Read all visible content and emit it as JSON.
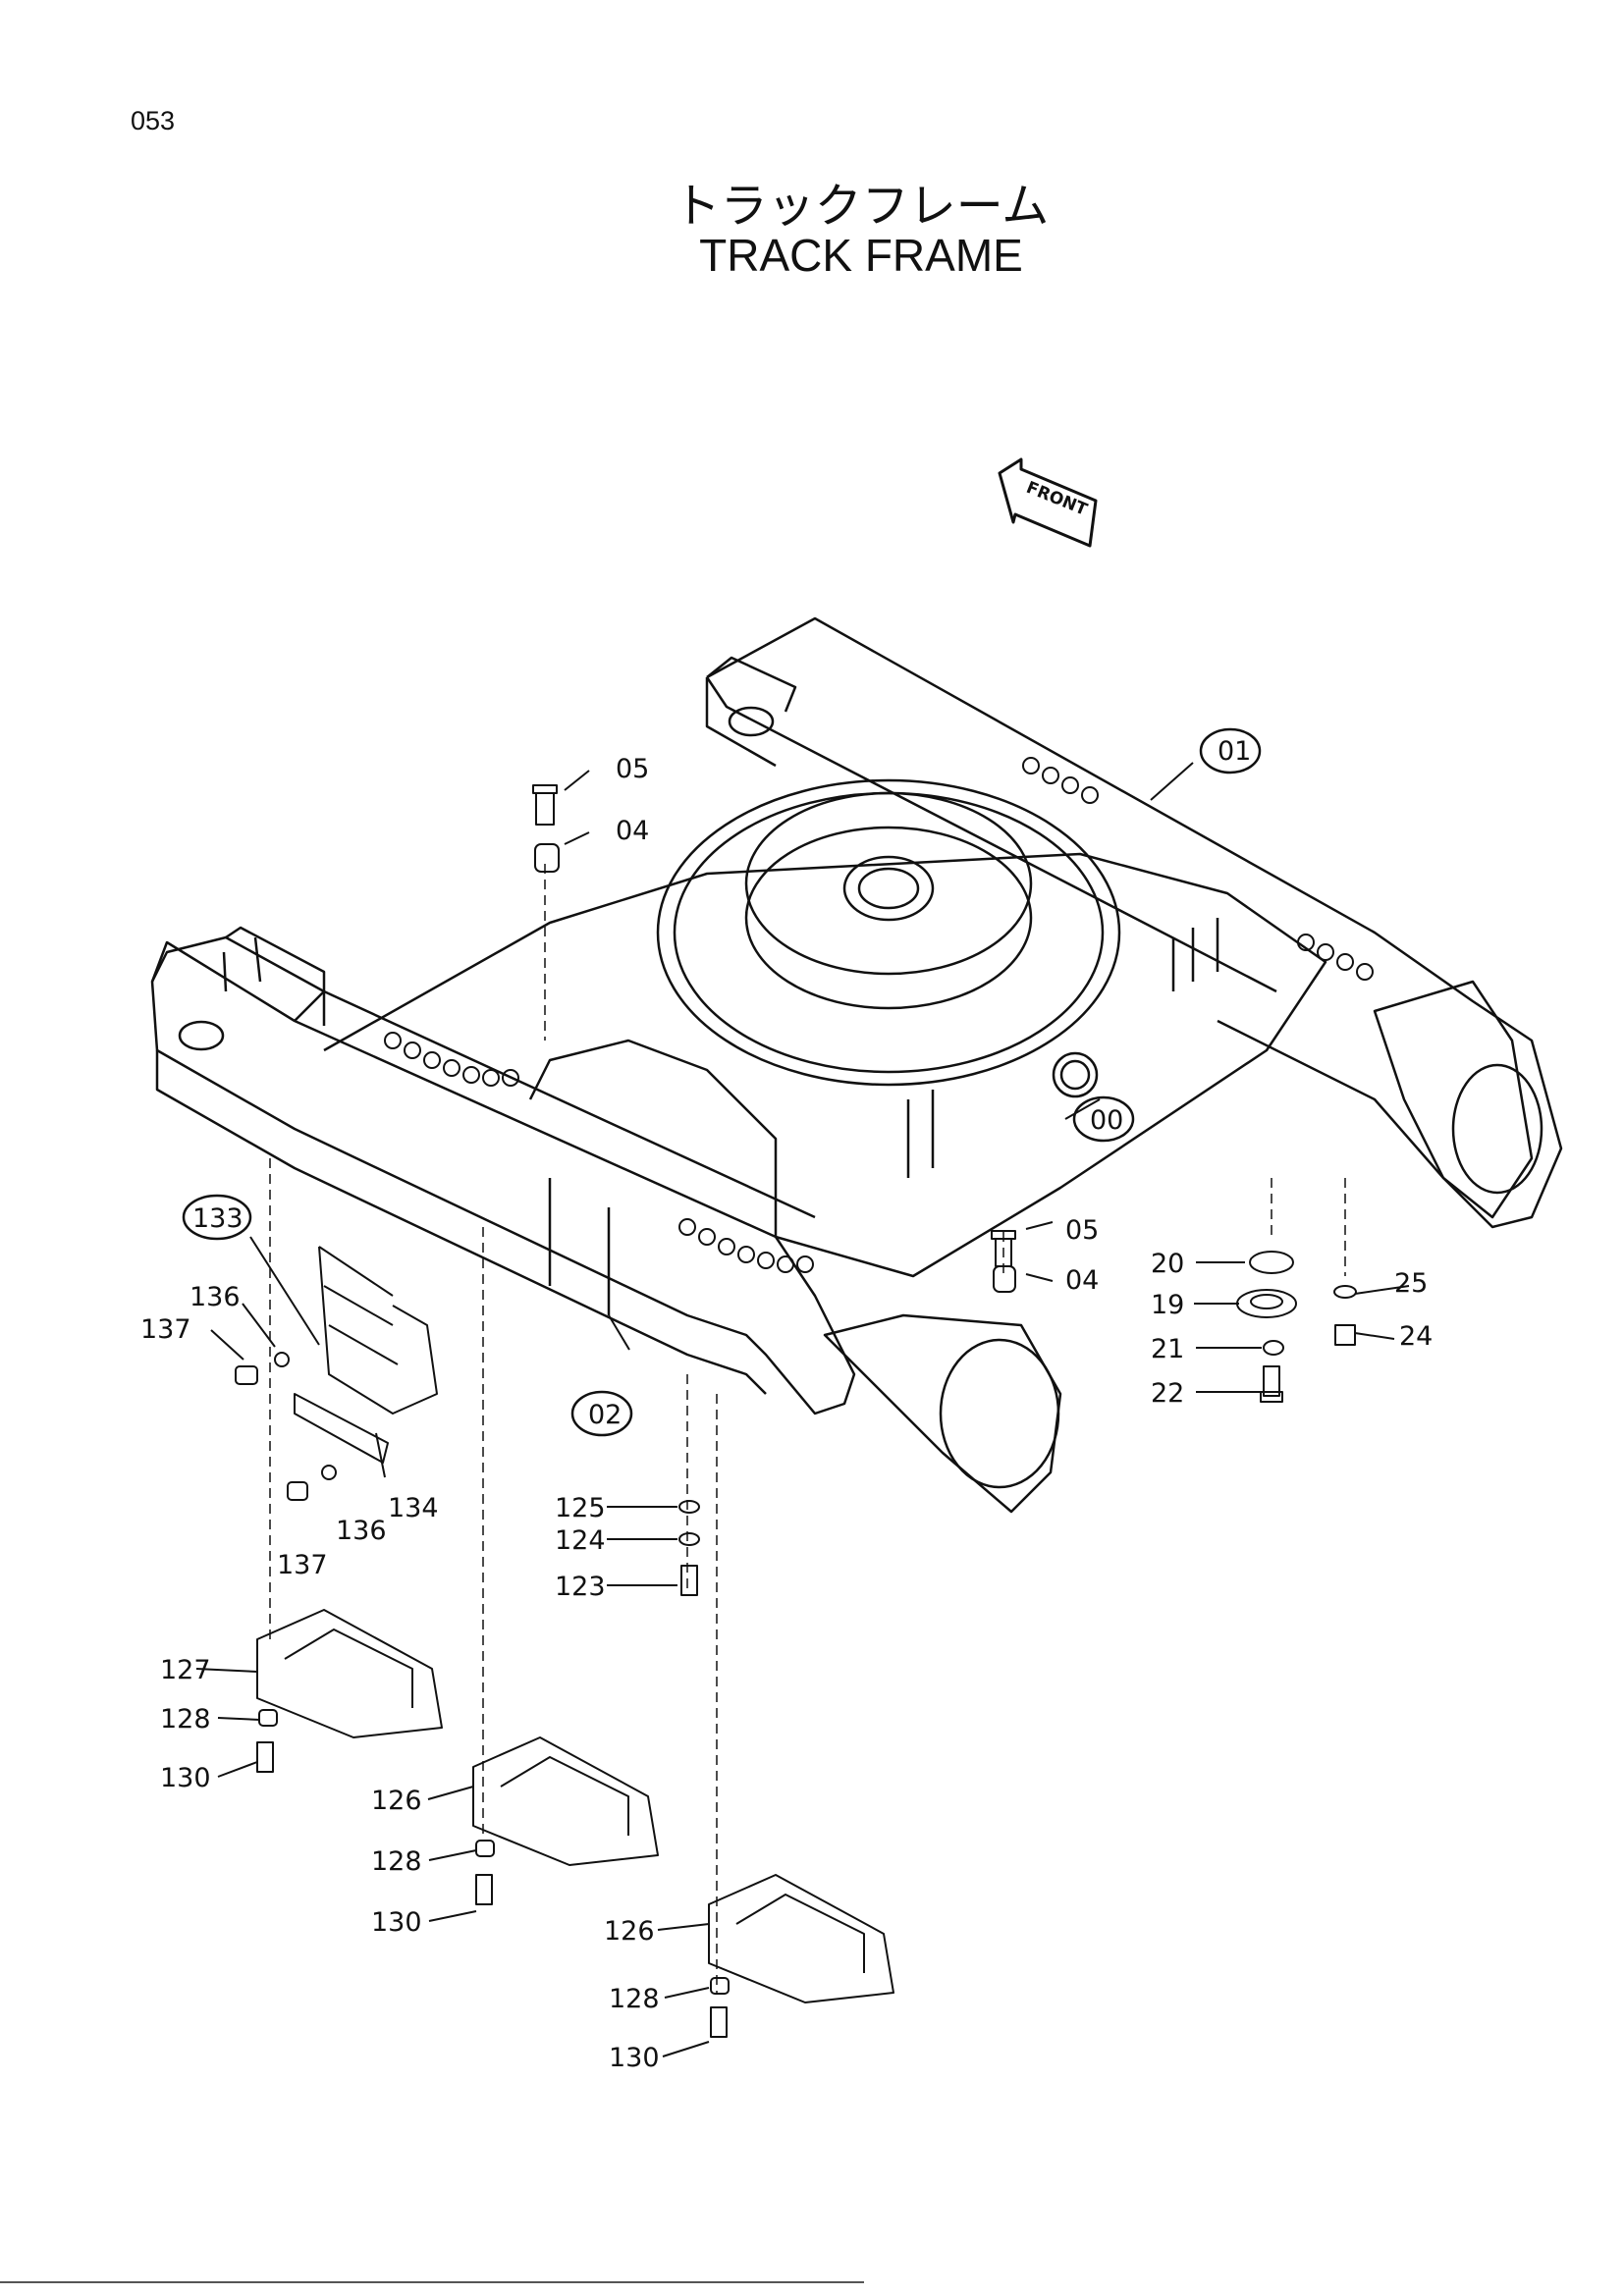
{
  "page_number": "053",
  "title_jp": "トラックフレーム",
  "title_en": "TRACK FRAME",
  "front_label": "FRONT",
  "callouts": {
    "c01": "01",
    "c00": "00",
    "c02": "02",
    "c133": "133",
    "c05a": "05",
    "c04a": "04",
    "c05b": "05",
    "c04b": "04",
    "c20": "20",
    "c19": "19",
    "c21": "21",
    "c22": "22",
    "c25": "25",
    "c24": "24",
    "c125": "125",
    "c124": "124",
    "c123": "123",
    "c136a": "136",
    "c137a": "137",
    "c134": "134",
    "c136b": "136",
    "c137b": "137",
    "c127": "127",
    "c128a": "128",
    "c130a": "130",
    "c126a": "126",
    "c128b": "128",
    "c130b": "130",
    "c126b": "126",
    "c128c": "128",
    "c130c": "130"
  }
}
